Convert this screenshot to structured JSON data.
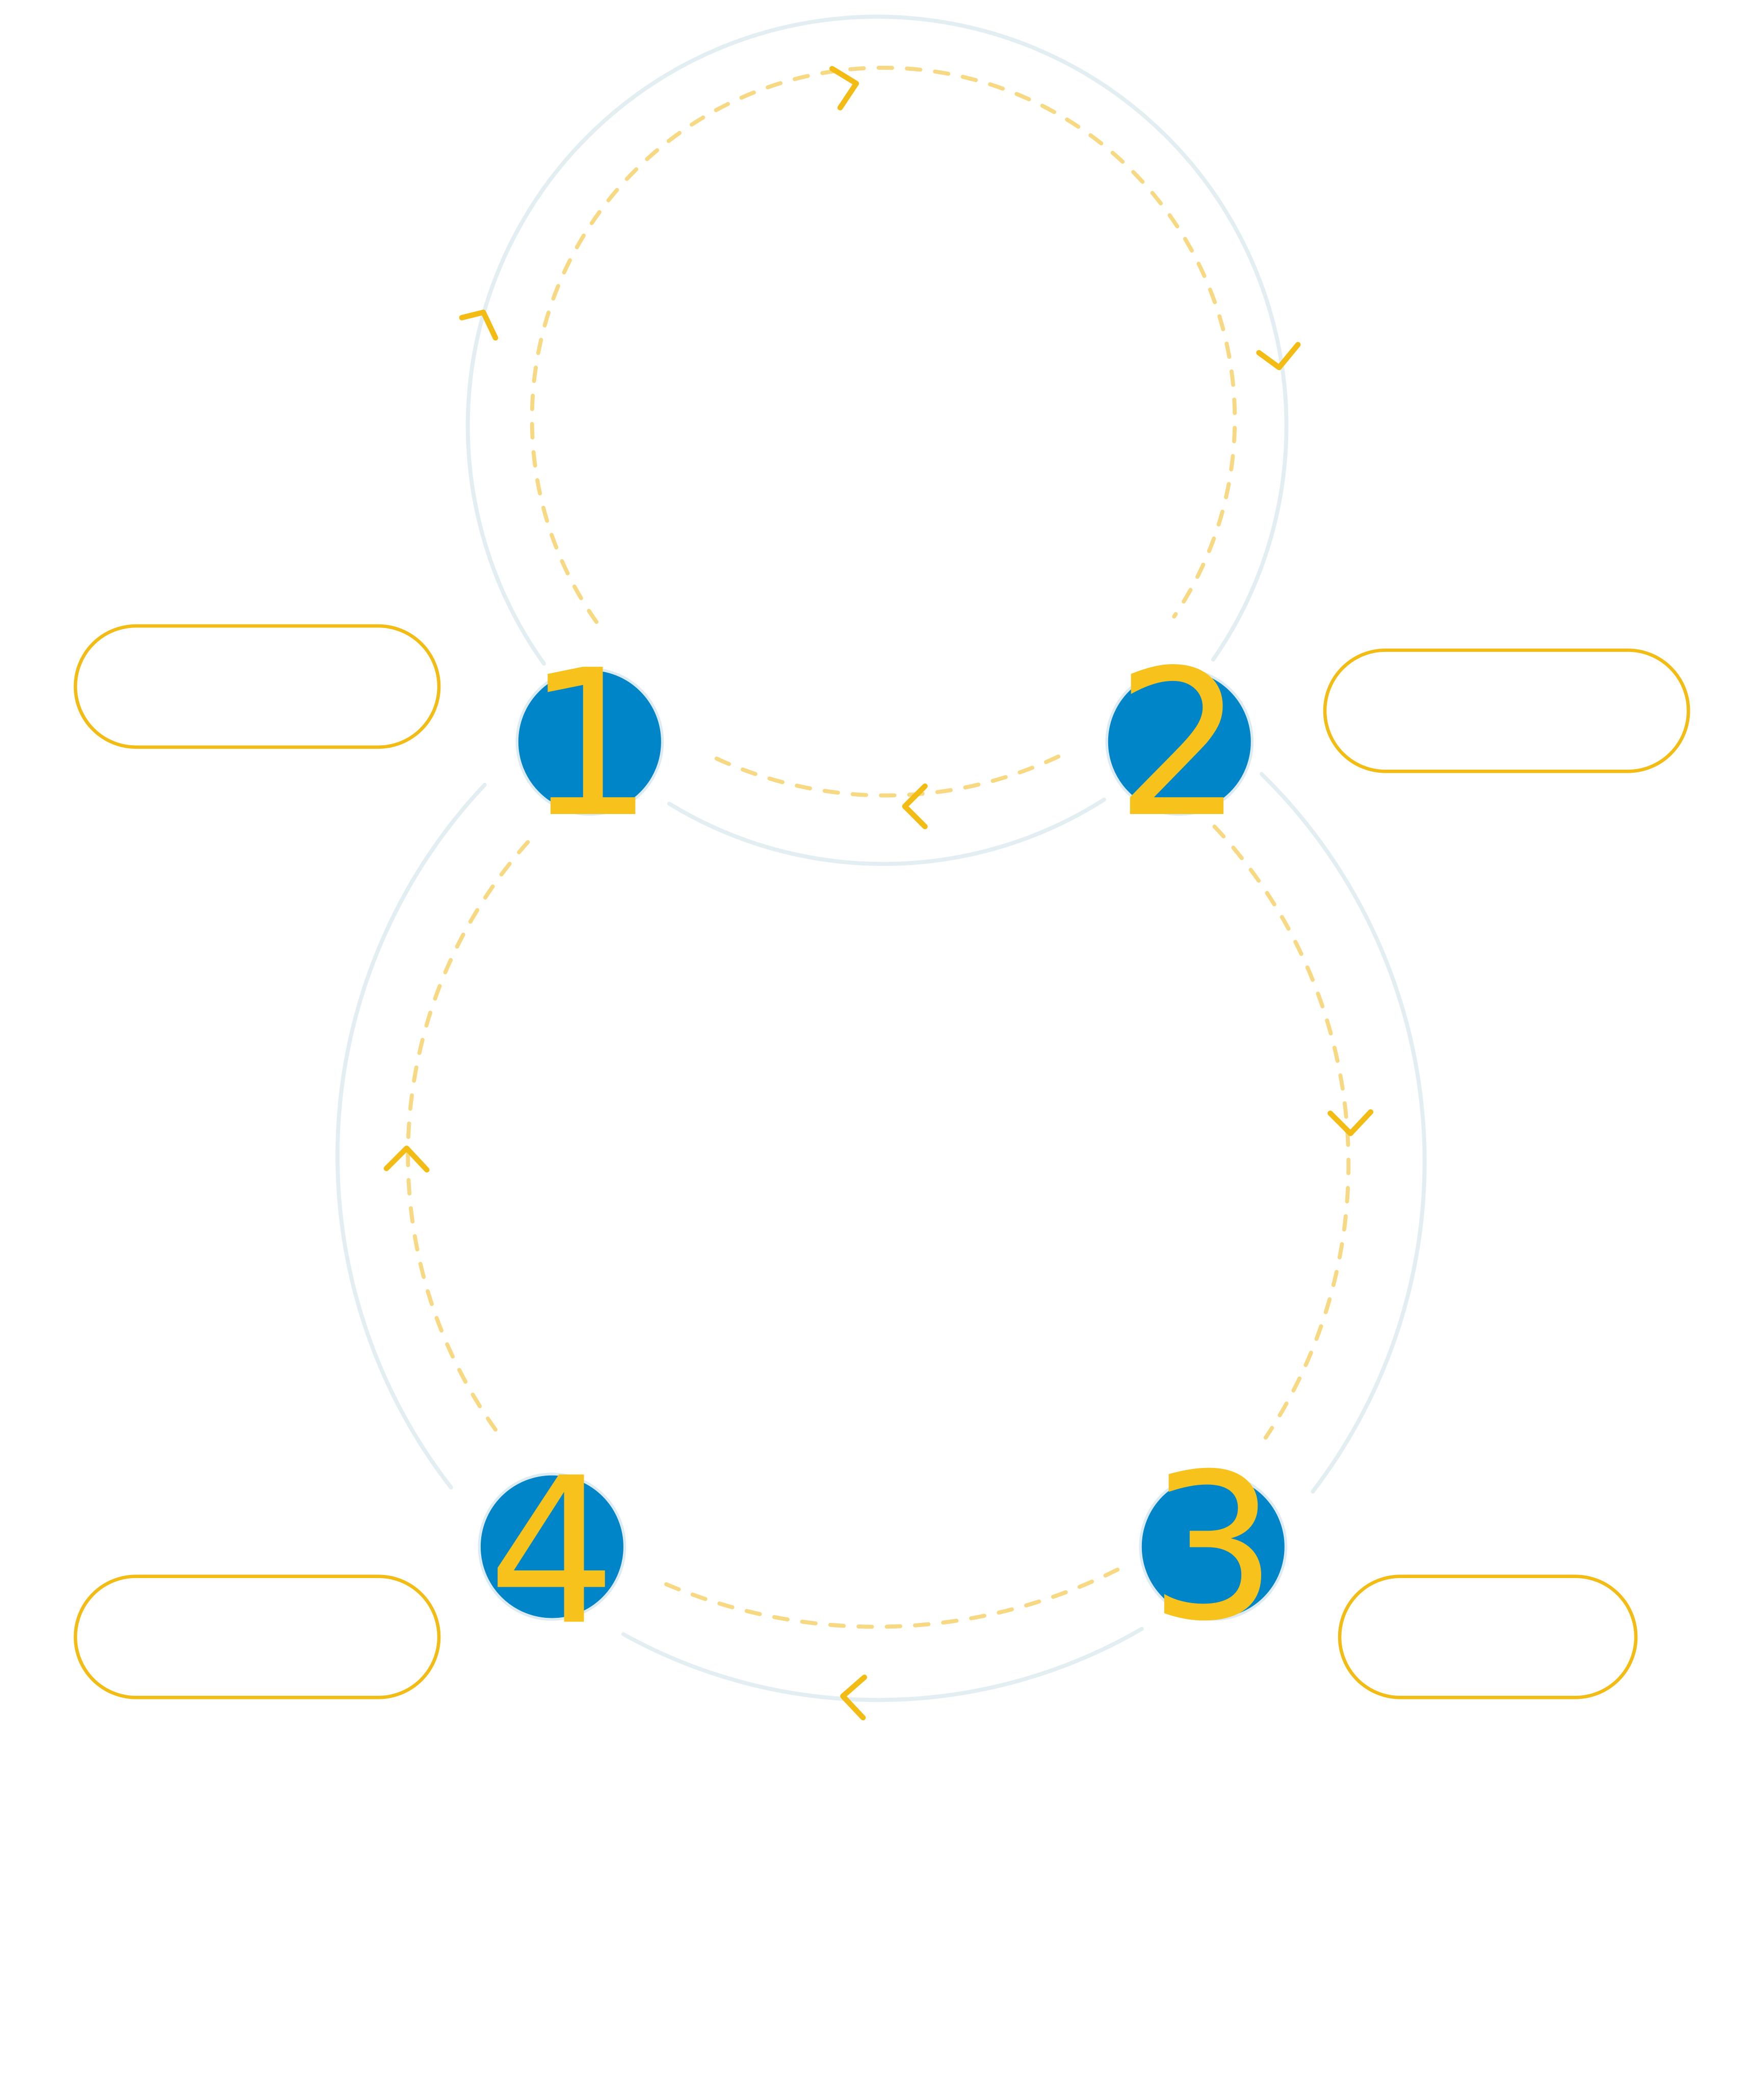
{
  "colors": {
    "node_fill": "#0085C8",
    "node_text": "#F7C21C",
    "accent": "#F2BC14",
    "guide_ring": "#E3EEF3",
    "background": "#FFFFFF"
  },
  "nodes": [
    {
      "id": "node-1",
      "label": "1"
    },
    {
      "id": "node-2",
      "label": "2"
    },
    {
      "id": "node-3",
      "label": "3"
    },
    {
      "id": "node-4",
      "label": "4"
    }
  ],
  "callouts": [
    {
      "id": "callout-1",
      "text": ""
    },
    {
      "id": "callout-2",
      "text": ""
    },
    {
      "id": "callout-3",
      "text": ""
    },
    {
      "id": "callout-4",
      "text": ""
    }
  ],
  "arrows": [
    {
      "id": "arrow-top-left",
      "icon": "chevron-right-icon"
    },
    {
      "id": "arrow-top",
      "icon": "chevron-right-icon"
    },
    {
      "id": "arrow-top-right",
      "icon": "chevron-down-icon"
    },
    {
      "id": "arrow-middle",
      "icon": "chevron-left-icon"
    },
    {
      "id": "arrow-right",
      "icon": "chevron-down-icon"
    },
    {
      "id": "arrow-bottom",
      "icon": "chevron-left-icon"
    },
    {
      "id": "arrow-left",
      "icon": "chevron-up-icon"
    }
  ]
}
